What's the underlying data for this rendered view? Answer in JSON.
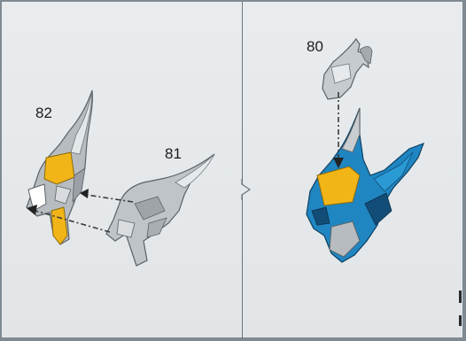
{
  "steps": {
    "left": {
      "part_target": "82",
      "part_source": "81"
    },
    "right": {
      "part_attach": "80"
    }
  },
  "colors": {
    "silver": "#b9bec2",
    "gold": "#f2b517",
    "blue": "#1f86c2",
    "dark_blue": "#124d78",
    "arrow": "#3a3a3a",
    "panel_bg": "#e6e9eb",
    "border": "#7f8a92"
  },
  "icons": {
    "mask_82": "silver-gold-dragon-mask",
    "piece_81": "silver-jaw-piece",
    "piece_80": "silver-horn-clip",
    "assembled": "blue-dragon-head"
  }
}
